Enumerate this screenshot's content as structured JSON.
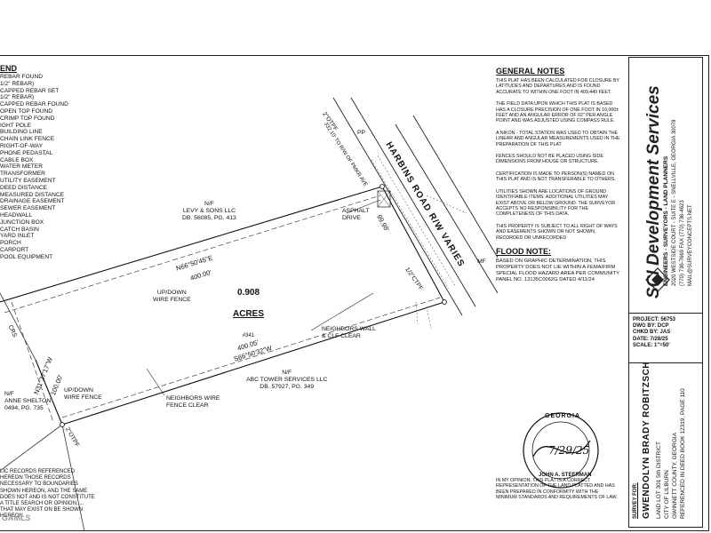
{
  "legend": {
    "title": "END",
    "items": [
      "REBAR FOUND",
      "1/2\" REBAR)",
      "CAPPED REBAR SET",
      "1/2\" REBAR)",
      "CAPPED REBAR FOUND",
      "OPEN TOP FOUND",
      "CRIMP TOP FOUND",
      "IGHT POLE",
      "BUILDING LINE",
      "CHAIN LINK FENCE",
      "RIGHT-OF-WAY",
      "PHONE PEDASTAL",
      "CABLE BOX",
      "WATER METER",
      "TRANSFORMER",
      "UTILITY EASEMENT",
      "DEED DISTANCE",
      "MEASURED DISTANCE",
      "DRAINAGE EASEMENT",
      "SEWER EASEMENT",
      "HEADWALL",
      "JUNCTION BOX",
      "CATCH BASIN",
      "YARD INLET",
      "PORCH",
      "CARPORT",
      "POOL EQUIPMENT"
    ]
  },
  "bottom_left_note": "LIC RECORDS REFERENCED HEREON THOSE RECORDS NECESSARY TO BOUNDARIES SHOWN HEREON, AND THE SAME DOES NOT AND IS NOT CONSTITUTE A TITLE SEARCH OR OPINION. ... THAT MAY EXIST ON BE SHOWN HEREON.",
  "watermark": "GAMLS",
  "map": {
    "levy": "N/F\nLEVY & SONS LLC\nDB. 56085, PG. 413",
    "bearing_top": "N66°50'45\"E",
    "dist_top": "400.00'",
    "acres_value": "0.908",
    "acres_word": "ACRES",
    "acres_id": "#341",
    "fence_updown": "UP/DOWN\nWIRE FENCE",
    "fence_updown2": "UP/DOWN\nWIRE FENCE",
    "abc": "N/F\nABC TOWER SERVICES LLC\nDB. 57927, PG. 349",
    "dist_bottom": "400.05'",
    "bearing_bottom": "S66°50'32\"W",
    "shelton": "N/F\nANNE SHELTON\n0494, PG. 735",
    "dist_left": "100.00'",
    "bearing_left": "N31°37'17\"W",
    "asphalt": "ASPHALT\nDRIVE",
    "neighbors_wall": "NEIGHBORS WALL\n& CLF CLEAR",
    "neighbors_wire": "NEIGHBORS WIRE\nFENCE CLEAR",
    "road": "HARBINS ROAD R/W VARIES",
    "road_dist": "99.98'",
    "pp": "PP",
    "crs": "CRS",
    "otpf": "2\"OTPF",
    "half_ctpf": "1/2\"CTPF",
    "pmkr": "332.10' TO R/W OF PMKR AVE",
    "mf": "MF"
  },
  "general_notes": {
    "title": "GENERAL NOTES",
    "notes": [
      "THIS PLAT HAS BEEN CALCULATED FOR CLOSURE BY LATITUDES AND DEPARTURES AND IS FOUND ACCURATE TO WITHIN ONE FOOT IN 409,449 FEET.",
      "THE FIELD DATA UPON WHICH THIS PLAT IS BASED HAS A CLOSURE PRECISION OF ONE FOOT IN 10,000± FEET AND AN ANGULAR ERROR OF 02\" PER ANGLE POINT AND WAS ADJUSTED USING COMPASS RULE.",
      "A NIKON - TOTAL STATION WAS USED TO OBTAIN THE LINEAR AND ANGULAR MEASUREMENTS USED IN THE PREPARATION OF THIS PLAT.",
      "FENCES SHOULD NOT BE PLACED USING SIDE DIMENSIONS FROM HOUSE OR STRUCTURE.",
      "CERTIFICATION IS MADE TO PERSON(S) NAMED ON THIS PLAT AND IS NOT TRANSFERABLE TO OTHERS.",
      "UTILITIES SHOWN ARE LOCATIONS OF GROUND IDENTIFIABLE ITEMS. ADDITIONAL UTILITIES MAY EXIST ABOVE OR BELOW GROUND. THE SURVEYOR ACCEPTS NO RESPONSIBILITY FOR THE COMPLETENESS OF THIS DATA.",
      "THIS PROPERTY IS SUBJECT TO ALL RIGHT OF WAYS AND EASEMENTS SHOWN OR NOT SHOWN, RECORDED OR UNRECORDED"
    ]
  },
  "flood": {
    "title": "FLOOD NOTE:",
    "text": "BASED ON GRAPHIC DETERMINATION, THIS PROPERTY DOES NOT LIE WITHIN A FEMA/FIRM SPECIAL FLOOD HAZARD AREA PER COMMUNITY PANEL NO. 13135C0062G DATED 4/11/24"
  },
  "certification": "IN MY OPINION, THIS PLAT IS A CORRECT REPRESENTATION OF THE LAND PLATTED AND HAS BEEN PREPARED IN CONFORMITY WITH THE MINIMUM STANDARDS AND REQUIREMENTS OF LAW.",
  "seal": {
    "state": "GEORGIA",
    "date": "7/29/25",
    "name": "JOHN A. STEERMAN"
  },
  "company": {
    "name": "SCI Development Services",
    "tagline": "ENGINEERS - SURVEYORS - LAND PLANNERS",
    "address": "2020 WESTSIDE COURT - SUITE E - SNELLVILLE, GEORGIA 30078",
    "phone": "(770) 736-7669   FAX (770) 736-4623",
    "web": "MAIL@SURVEYCONCEPTS.NET"
  },
  "project": {
    "project": "PROJECT: 56753",
    "dwg": "DWG BY: DCP",
    "chkd": "CHKD BY: JAS",
    "date": "DATE: 7/28/25",
    "scale": "SCALE: 1\"=50'"
  },
  "survey_for": {
    "label": "SURVEY FOR:",
    "client": "GWENDOLYN BRADY ROBITZSCH",
    "lot": "LAND LOT 301     5th DISTRICT",
    "city": "CITY OF LILBURN",
    "county": "GWINNETT COUNTY, GEORGIA",
    "ref": "REFERENCED IN DEED BOOK 12319, PAGE 110"
  }
}
